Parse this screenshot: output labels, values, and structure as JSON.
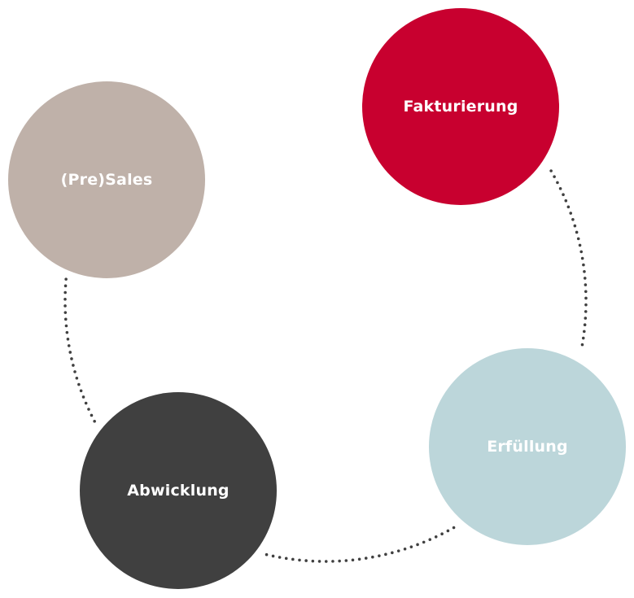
{
  "nodes": [
    {
      "label": "(Pre)Sales",
      "color": "#bfb1a9"
    },
    {
      "label": "Fakturierung",
      "color": "#c8002f"
    },
    {
      "label": "Erfüllung",
      "color": "#bcd6da"
    },
    {
      "label": "Abwicklung",
      "color": "#404040"
    }
  ],
  "connector_color": "#404040"
}
